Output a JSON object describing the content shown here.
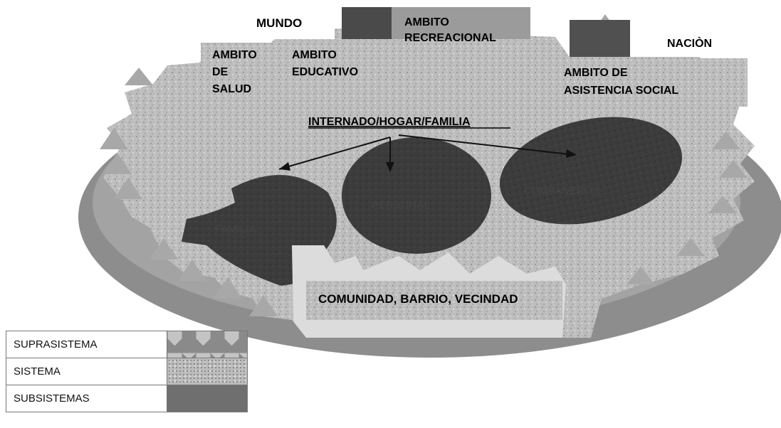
{
  "labels": {
    "mundo": "MUNDO",
    "nacion": "NACIÒN",
    "ambito_salud": [
      "AMBITO",
      "DE",
      "SALUD"
    ],
    "ambito_educativo": [
      "AMBITO",
      "EDUCATIVO"
    ],
    "ambito_recreacional": [
      "AMBITO",
      "RECREACIONAL"
    ],
    "ambito_asistencia": [
      "AMBITO DE",
      "ASISTENCIA SOCIAL"
    ],
    "internado": "INTERNADO/HOGAR/FAMILIA",
    "familia": "FAMILIA",
    "personal": "PERSONAL",
    "companeros": "COMPAÑEROS",
    "comunidad": "COMUNIDAD, BARRIO, VECINDAD"
  },
  "legend": [
    {
      "label": "SUPRASISTEMA",
      "swatch": "suprasistema"
    },
    {
      "label": "SISTEMA",
      "swatch": "sistema"
    },
    {
      "label": "SUBSISTEMAS",
      "swatch": "subsistemas"
    }
  ],
  "colors": {
    "outer_ring": "#8f8f8f",
    "system_fill": "#bcbcbc",
    "subsystem_fill": "#3d3d3d",
    "text": "#000000"
  }
}
